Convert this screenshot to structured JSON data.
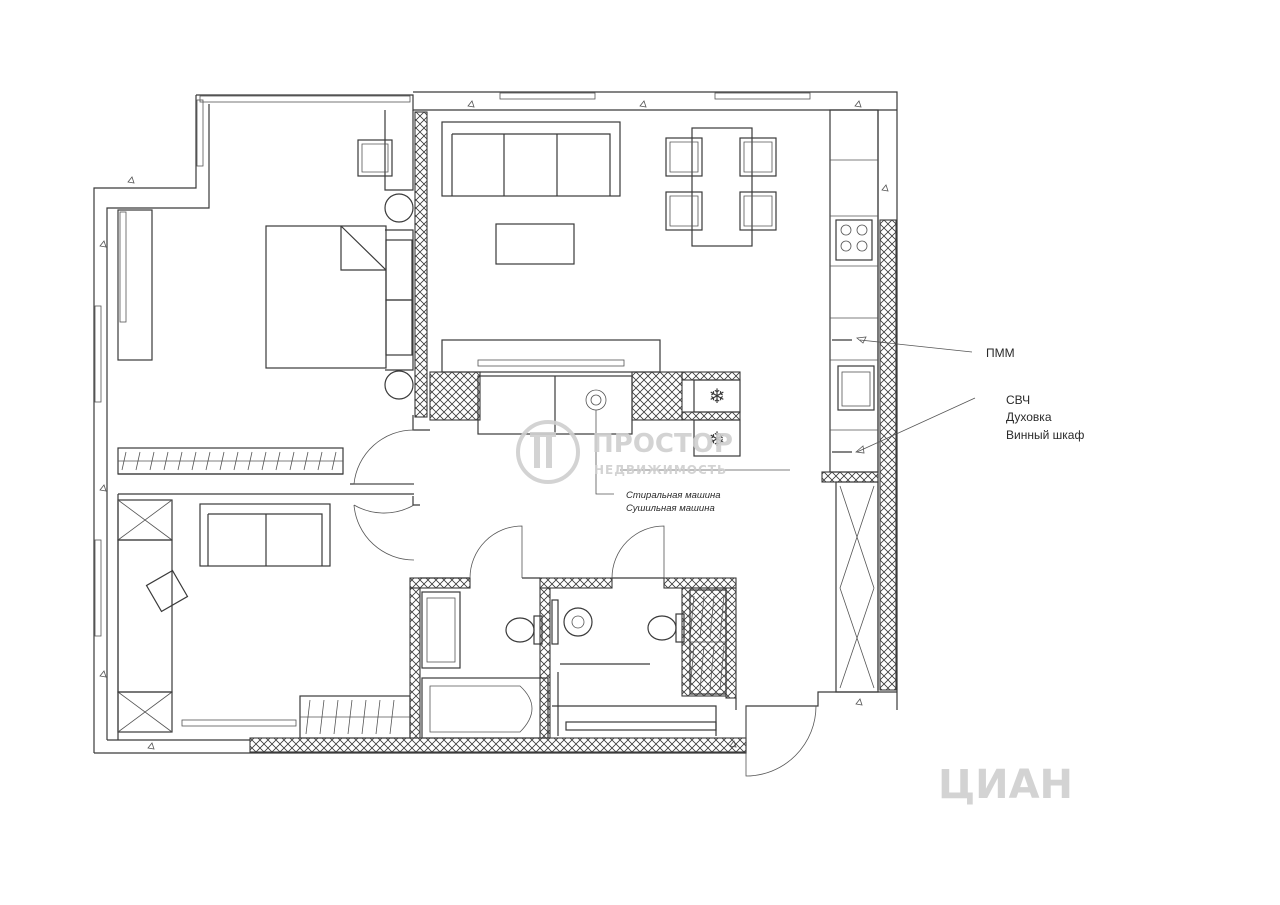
{
  "labels": {
    "dishwasher": "ПММ",
    "appliances_line1": "СВЧ",
    "appliances_line2": "Духовка",
    "appliances_line3": "Винный шкаф",
    "laundry_line1": "Стиральная машина",
    "laundry_line2": "Сушильная машина"
  },
  "watermark": {
    "brand": "ПРОСТОР",
    "subtitle": "НЕДВИЖИМОСТЬ",
    "corner": "ЦИАН"
  },
  "colors": {
    "line": "#3a3a3a",
    "watermark": "#cfcfcf"
  }
}
